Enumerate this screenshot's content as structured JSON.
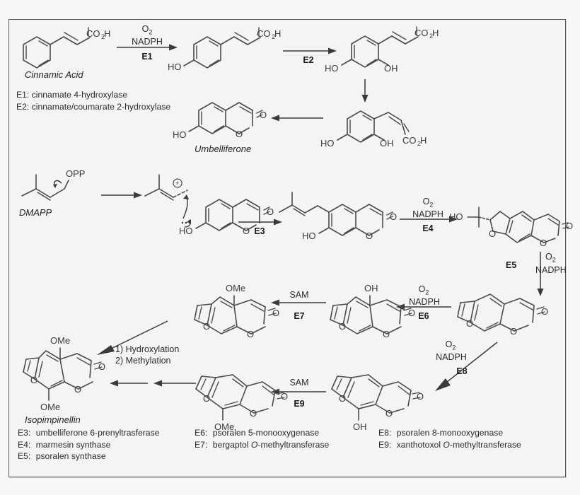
{
  "diagram": {
    "title": "Furanocoumarin (Isopimpinellin) Biosynthetic Pathway",
    "background": "#f7f7f7",
    "panel_background": "#f4f4f4",
    "border_color": "#5a5a5a",
    "bond_color": "#4a4a4a"
  },
  "compounds": {
    "cinnamic_acid": "Cinnamic Acid",
    "umbelliferone": "Umbelliferone",
    "dmapp": "DMAPP",
    "isopimpinellin": "Isopimpinellin"
  },
  "atom_labels": {
    "co2h": "CO",
    "co2h_sub": "2",
    "co2h_h": "H",
    "ho": "HO",
    "oh": "OH",
    "o": "O",
    "ome": "OMe",
    "opp": "OPP",
    "plus": "+"
  },
  "cofactors": {
    "o2": "O",
    "o2_sub": "2",
    "nadph": "NADPH",
    "sam": "SAM"
  },
  "enzyme_tags": {
    "e1": "E1",
    "e2": "E2",
    "e3": "E3",
    "e4": "E4",
    "e5": "E5",
    "e6": "E6",
    "e7": "E7",
    "e8": "E8",
    "e9": "E9"
  },
  "manual_steps": {
    "line1": "1) Hydroxylation",
    "line2": "2) Methylation"
  },
  "legend_top": [
    "E1:  cinnamate 4-hydroxylase",
    "E2:  cinnamate/coumarate 2-hydroxylase"
  ],
  "legend_bottom": {
    "col1": [
      {
        "tag": "E3:",
        "name": "umbelliferone 6-prenyltrasferase",
        "italic_prefix": "",
        "italic": ""
      },
      {
        "tag": "E4:",
        "name": "marmesin synthase",
        "italic": ""
      },
      {
        "tag": "E5:",
        "name": "psoralen synthase",
        "italic": ""
      }
    ],
    "col2": [
      {
        "tag": "E6:",
        "pre": "psoralen 5-monooxygenase",
        "italic": "",
        "post": ""
      },
      {
        "tag": "E7:",
        "pre": "bergaptol ",
        "italic": "O",
        "post": "-methyltransferase"
      }
    ],
    "col3": [
      {
        "tag": "E8:",
        "pre": "psoralen 8-monooxygenase",
        "italic": "",
        "post": ""
      },
      {
        "tag": "E9:",
        "pre": "xanthotoxol ",
        "italic": "O",
        "post": "-methyltransferase"
      }
    ]
  }
}
